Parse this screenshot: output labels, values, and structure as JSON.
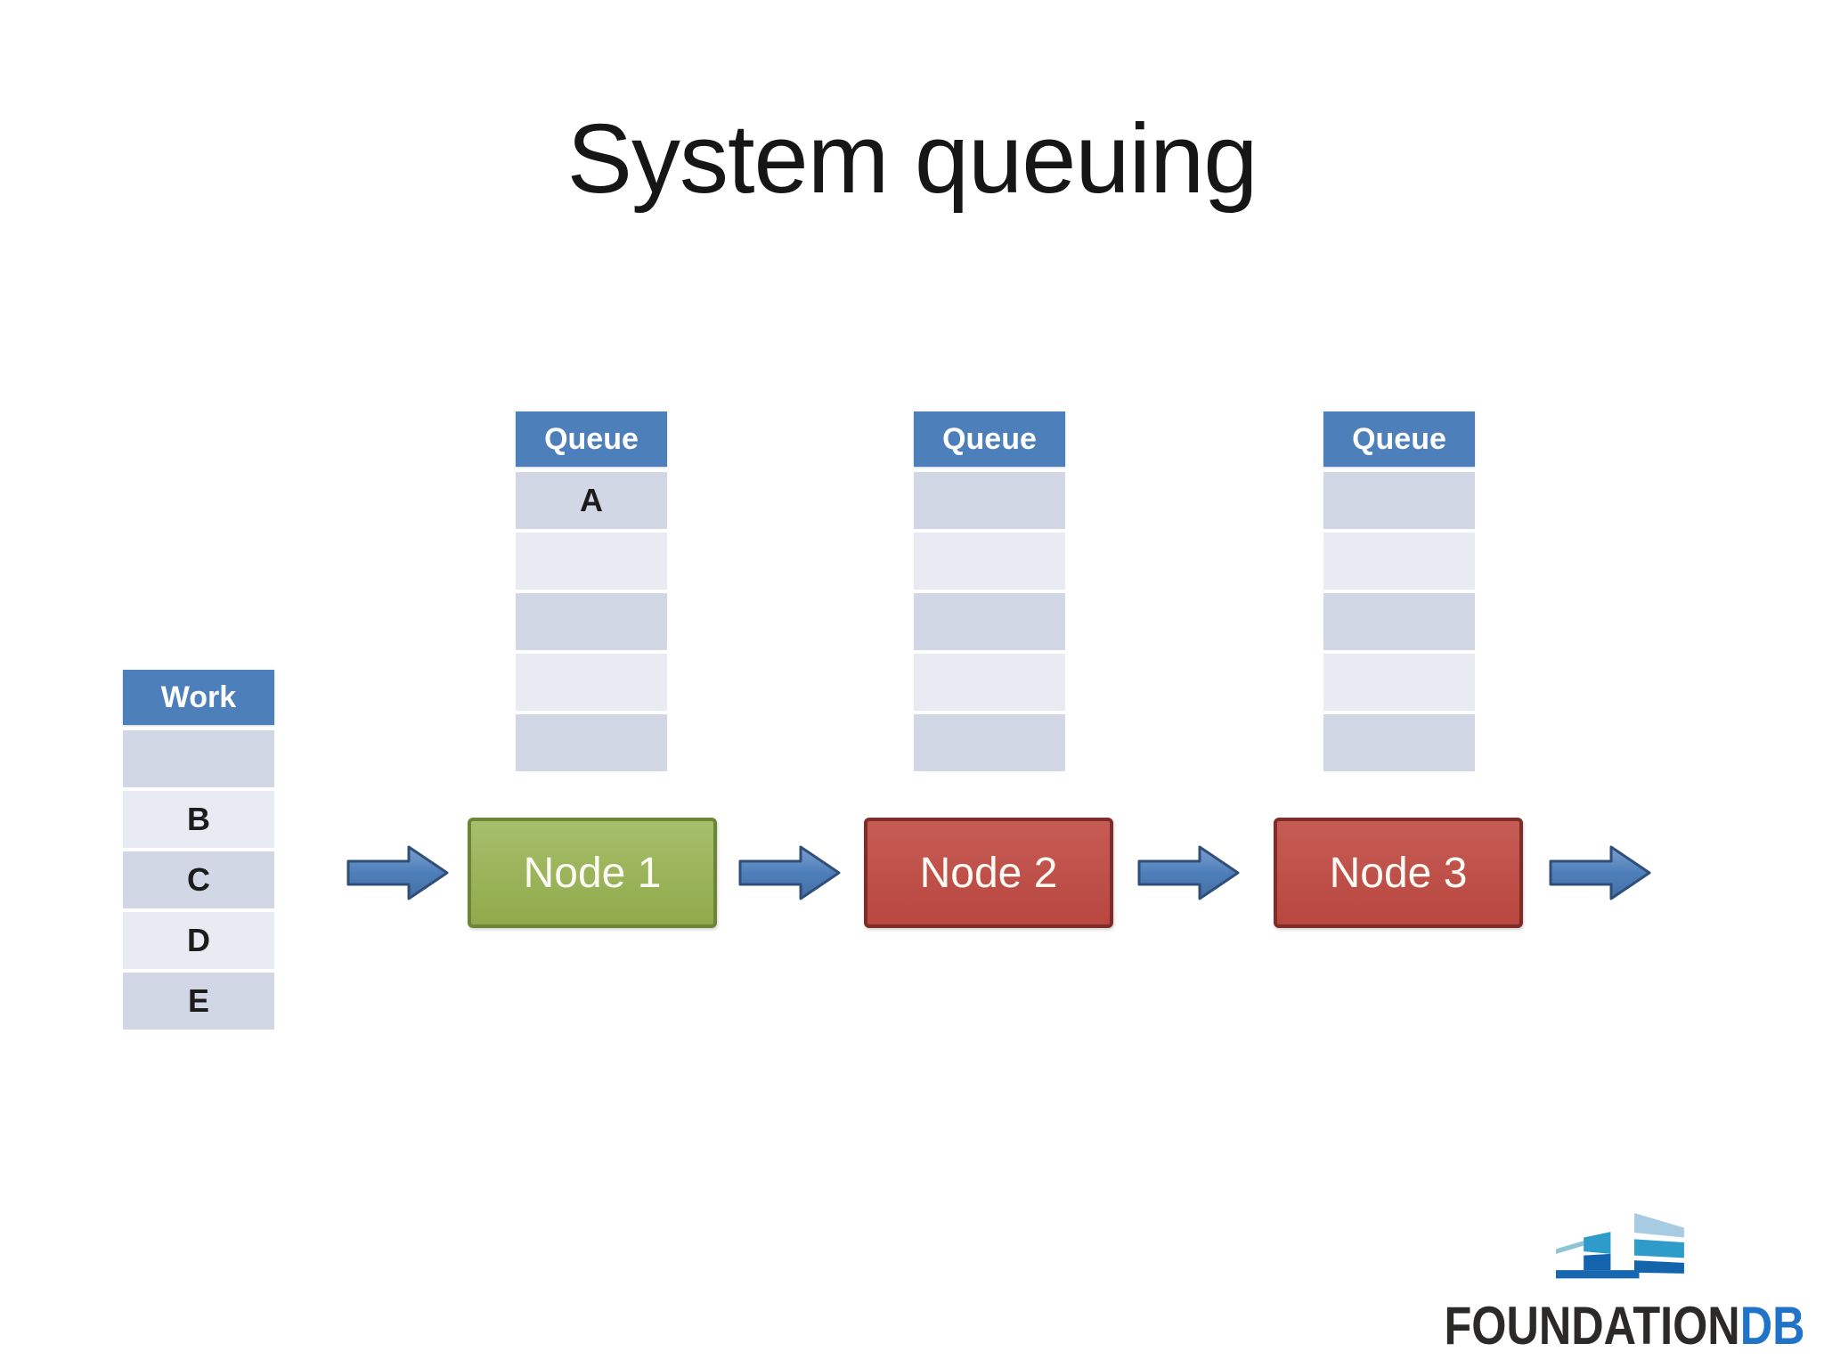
{
  "slide": {
    "title": "System queuing"
  },
  "work_table": {
    "header": "Work",
    "rows": [
      "",
      "B",
      "C",
      "D",
      "E"
    ]
  },
  "queues": [
    {
      "header": "Queue",
      "rows": [
        "A",
        "",
        "",
        "",
        ""
      ]
    },
    {
      "header": "Queue",
      "rows": [
        "",
        "",
        "",
        "",
        ""
      ]
    },
    {
      "header": "Queue",
      "rows": [
        "",
        "",
        "",
        "",
        ""
      ]
    }
  ],
  "nodes": [
    {
      "label": "Node 1",
      "fill": "#90aa4b",
      "border": "#6b8637"
    },
    {
      "label": "Node 2",
      "fill": "#b8473f",
      "border": "#7f2d29"
    },
    {
      "label": "Node 3",
      "fill": "#b8473f",
      "border": "#7f2d29"
    }
  ],
  "arrows": {
    "fill": "#4e7fba",
    "border": "#2f4f7a",
    "direction": "right"
  },
  "logo": {
    "brand": "FOUNDATION",
    "suffix": "DB",
    "brand_color": "#2b2a28",
    "suffix_color": "#2173c7"
  },
  "colors": {
    "background": "#ffffff",
    "title_text": "#161616",
    "table_header": "#4d7fba",
    "table_header_text": "#ffffff",
    "row_dark": "#d1d7e5",
    "row_light": "#e9ebf3",
    "row_text": "#1c1c1c"
  }
}
